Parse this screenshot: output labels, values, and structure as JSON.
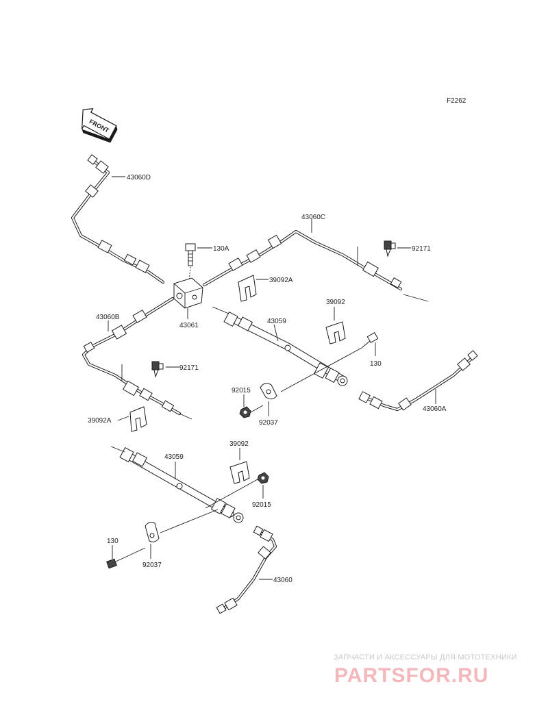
{
  "diagram_code": "F2262",
  "front_label": "FRONT",
  "labels": {
    "p43060D": "43060D",
    "p130A": "130A",
    "p43060C": "43060C",
    "p92171_top": "92171",
    "p39092A_top": "39092A",
    "p43061": "43061",
    "p43060B": "43060B",
    "p43059_top": "43059",
    "p39092_top": "39092",
    "p130_top": "130",
    "p92171_left": "92171",
    "p92015_top": "92015",
    "p92037_top": "92037",
    "p43060A": "43060A",
    "p39092A_left": "39092A",
    "p39092_bottom": "39092",
    "p43059_bottom": "43059",
    "p92015_bottom": "92015",
    "p130_bottom": "130",
    "p92037_bottom": "92037",
    "p43060": "43060"
  },
  "watermark": {
    "tagline": "ЗАПЧАСТИ И АКСЕССУАРЫ ДЛЯ МОТОТЕХНИКИ",
    "brand": "PARTSFOR.RU"
  }
}
